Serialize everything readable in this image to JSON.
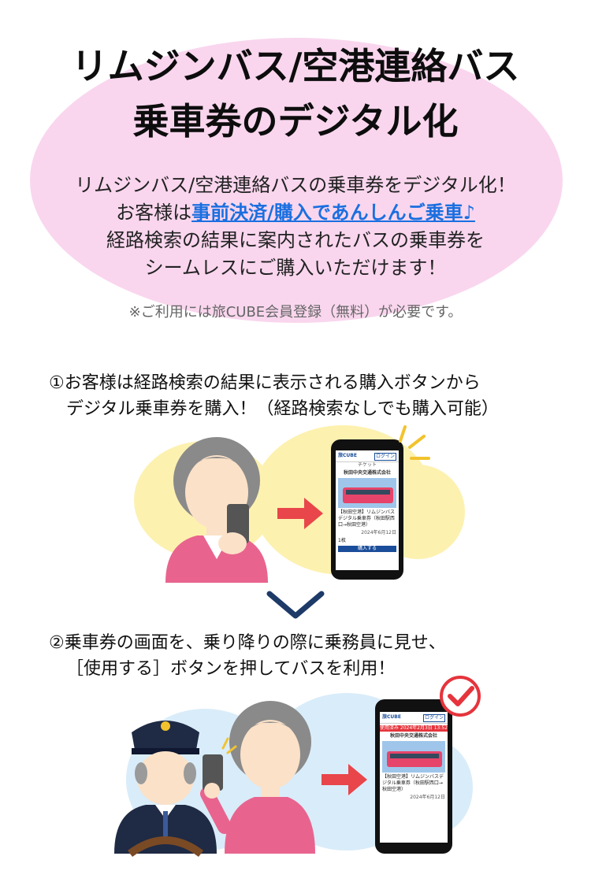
{
  "title": {
    "line1": "リムジンバス/空港連絡バス",
    "line2": "乗車券のデジタル化"
  },
  "intro": {
    "line1": "リムジンバス/空港連絡バスの乗車券をデジタル化！",
    "line2_prefix": "お客様は",
    "line2_highlight": "事前決済/購入であんしんご乗車♪",
    "line3": "経路検索の結果に案内されたバスの乗車券を",
    "line4": "シームレスにご購入いただけます！"
  },
  "note": "※ご利用には旅CUBE会員登録（無料）が必要です。",
  "step1": {
    "line1": "①お客様は経路検索の結果に表示される購入ボタンから",
    "line2": "デジタル乗車券を購入！（経路検索なしでも購入可能）"
  },
  "step2": {
    "line1": "②乗車券の画面を、乗り降りの際に乗務員に見せ、",
    "line2": "［使用する］ボタンを押してバスを利用！"
  },
  "phone1": {
    "app_name": "旅CUBE",
    "header_btn": "ログイン",
    "tab_label": "チケット",
    "company": "秋田中央交通株式会社",
    "ticket_name": "【秋田空港】リムジンバスデジタル乗車券（秋田駅西口→秋田空港）",
    "date": "2024年6月12日",
    "qty": "1枚",
    "buy_button": "購入する"
  },
  "phone2": {
    "app_name": "旅CUBE",
    "header_btn": "ログイン",
    "status_bar": "使用済み 2024年2月3日 13:52",
    "company": "秋田中央交通株式会社",
    "ticket_name": "【秋田空港】リムジンバスデジタル乗車券（秋田駅西口→秋田空港）",
    "date": "2024年6月12日"
  },
  "colors": {
    "ellipse": "#f9d6ee",
    "highlight": "#1a6fe0",
    "arrow": "#e8464a",
    "chevron": "#1d3a68",
    "cloud1": "#fdf1b0",
    "cloud2": "#d9ecf9",
    "check": "#e5343c"
  }
}
